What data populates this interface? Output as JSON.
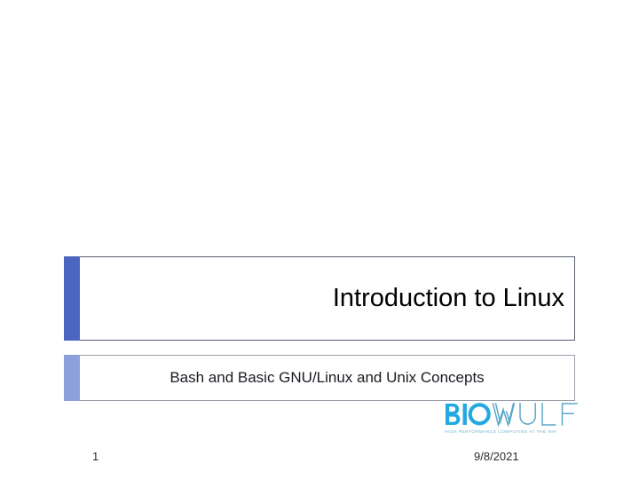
{
  "slide": {
    "title": "Introduction to Linux",
    "subtitle": "Bash and Basic GNU/Linux and Unix Concepts",
    "footer": {
      "page_number": "1",
      "date": "9/8/2021"
    },
    "logo": {
      "primary_text": "BIO",
      "secondary_text": "WULF",
      "tagline": "HIGH PERFORMANCE COMPUTING AT THE NIH",
      "primary_color": "#23a9e0",
      "secondary_color": "#5ba8c8",
      "tagline_color": "#6fb3cd"
    },
    "colors": {
      "title_accent": "#4a66c0",
      "subtitle_accent": "#8ea0dc",
      "title_border": "#5a5f6e",
      "subtitle_border": "#9a9ea8",
      "background": "#ffffff"
    }
  }
}
